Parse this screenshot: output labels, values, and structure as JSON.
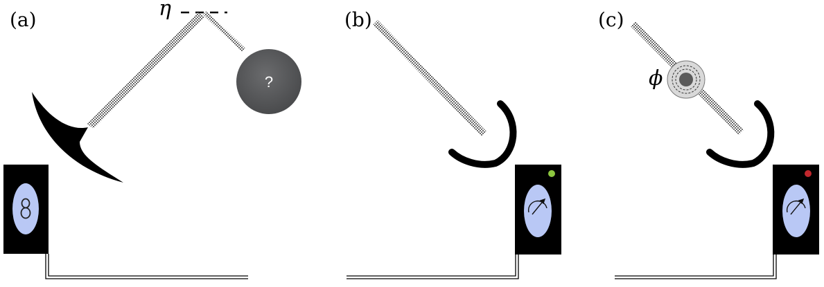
{
  "panels": [
    {
      "id": "a",
      "label": "(a)"
    },
    {
      "id": "b",
      "label": "(b)"
    },
    {
      "id": "c",
      "label": "(c)"
    }
  ],
  "panel_a": {
    "eta_symbol": "η",
    "unknown_source_symbol": "?"
  },
  "panel_c": {
    "phase_symbol": "ϕ"
  },
  "colors": {
    "device_body": "#000000",
    "display_screen": "#b9c8f5",
    "source_disk": "#57585a",
    "indicator_b": "#8cc63f",
    "indicator_c": "#c1272d",
    "phase_plate": "#d9d9d9",
    "phase_core": "#5a5a5a"
  },
  "icons": {
    "panel_a_device_screen": "infinity-icon",
    "panel_b_device_screen": "meter-gauge-icon",
    "panel_c_device_screen": "meter-gauge-icon"
  }
}
